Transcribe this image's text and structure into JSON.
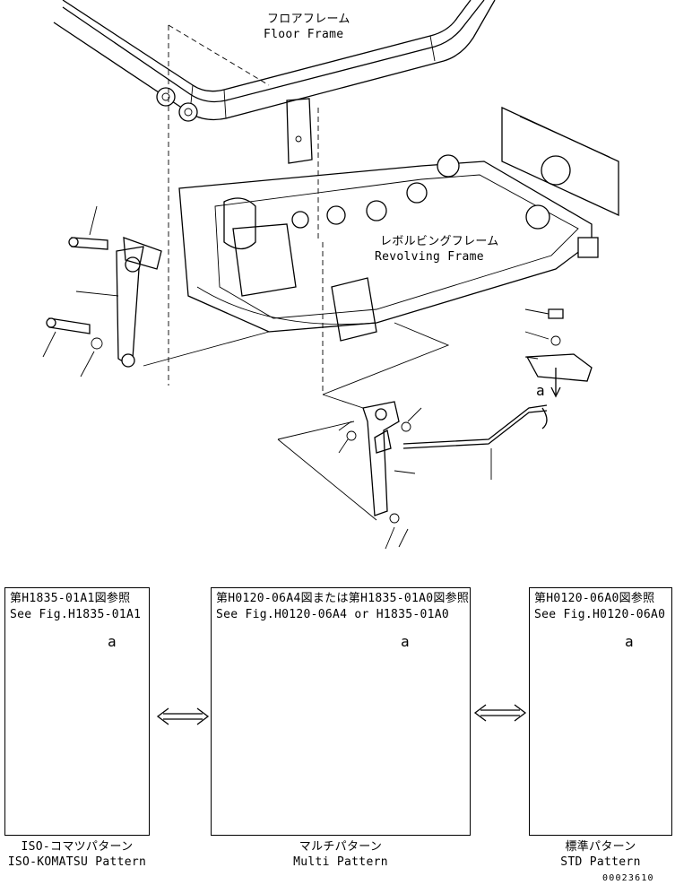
{
  "main": {
    "floor_frame_jp": "フロアフレーム",
    "floor_frame_en": "Floor Frame",
    "revolving_frame_jp": "レボルビングフレーム",
    "revolving_frame_en": "Revolving Frame",
    "callout_a": "a"
  },
  "panels": [
    {
      "ref_jp": "第H1835-01A1図参照",
      "ref_en": "See Fig.H1835-01A1",
      "callout": "a",
      "caption_jp": "ISO-コマツパターン",
      "caption_en": "ISO-KOMATSU Pattern"
    },
    {
      "ref_jp": "第H0120-06A4図または第H1835-01A0図参照",
      "ref_en": "See Fig.H0120-06A4 or H1835-01A0",
      "callout": "a",
      "caption_jp": "マルチパターン",
      "caption_en": "Multi Pattern"
    },
    {
      "ref_jp": "第H0120-06A0図参照",
      "ref_en": "See Fig.H0120-06A0",
      "callout": "a",
      "caption_jp": "標準パターン",
      "caption_en": "STD Pattern"
    }
  ],
  "footer": {
    "drawing_number": "00023610"
  }
}
